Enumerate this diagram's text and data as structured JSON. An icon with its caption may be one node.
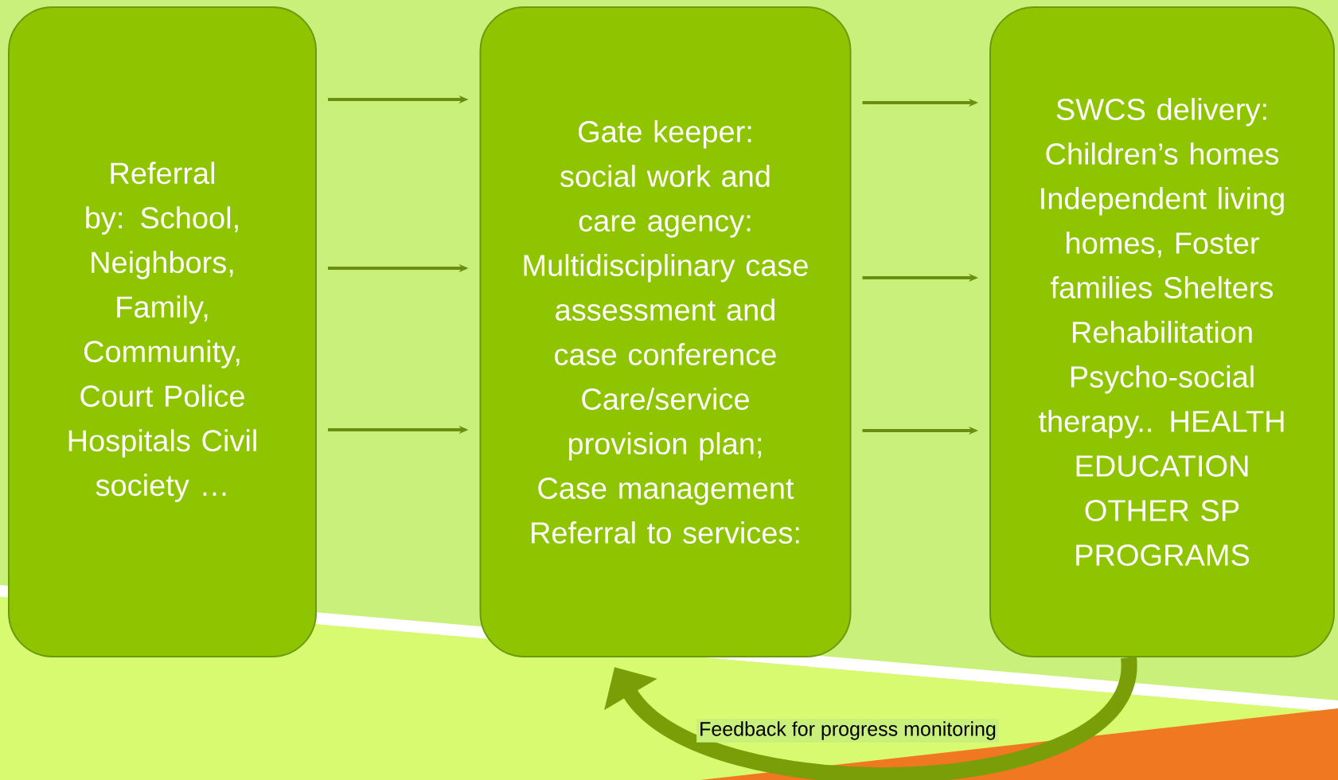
{
  "diagram": {
    "nodes": [
      {
        "text": [
          "Referral by: School, Neighbors, Family, Community, Court Police Hospitals Civil society …"
        ]
      },
      {
        "text": [
          "Gate keeper: social work and care agency: Multidisciplinary case assessment and case conference Care/service provision plan; Case management Referral to services:"
        ]
      },
      {
        "text": [
          "SWCS delivery: Children’s homes Independent living homes, Foster families Shelters Rehabilitation Psycho-social therapy.. HEALTH EDUCATION OTHER SP PROGRAMS"
        ]
      }
    ],
    "edges": [
      {
        "from": 0,
        "to": 1,
        "arrow": "to"
      },
      {
        "from": 0,
        "to": 1,
        "arrow": "to"
      },
      {
        "from": 0,
        "to": 1,
        "arrow": "to"
      },
      {
        "from": 1,
        "to": 2,
        "arrow": "to"
      },
      {
        "from": 1,
        "to": 2,
        "arrow": "to"
      },
      {
        "from": 1,
        "to": 2,
        "arrow": "to"
      },
      {
        "from": 2,
        "to": 1,
        "arrow": "to",
        "label": "Feedback for progress monitoring",
        "style": "thick"
      }
    ]
  }
}
